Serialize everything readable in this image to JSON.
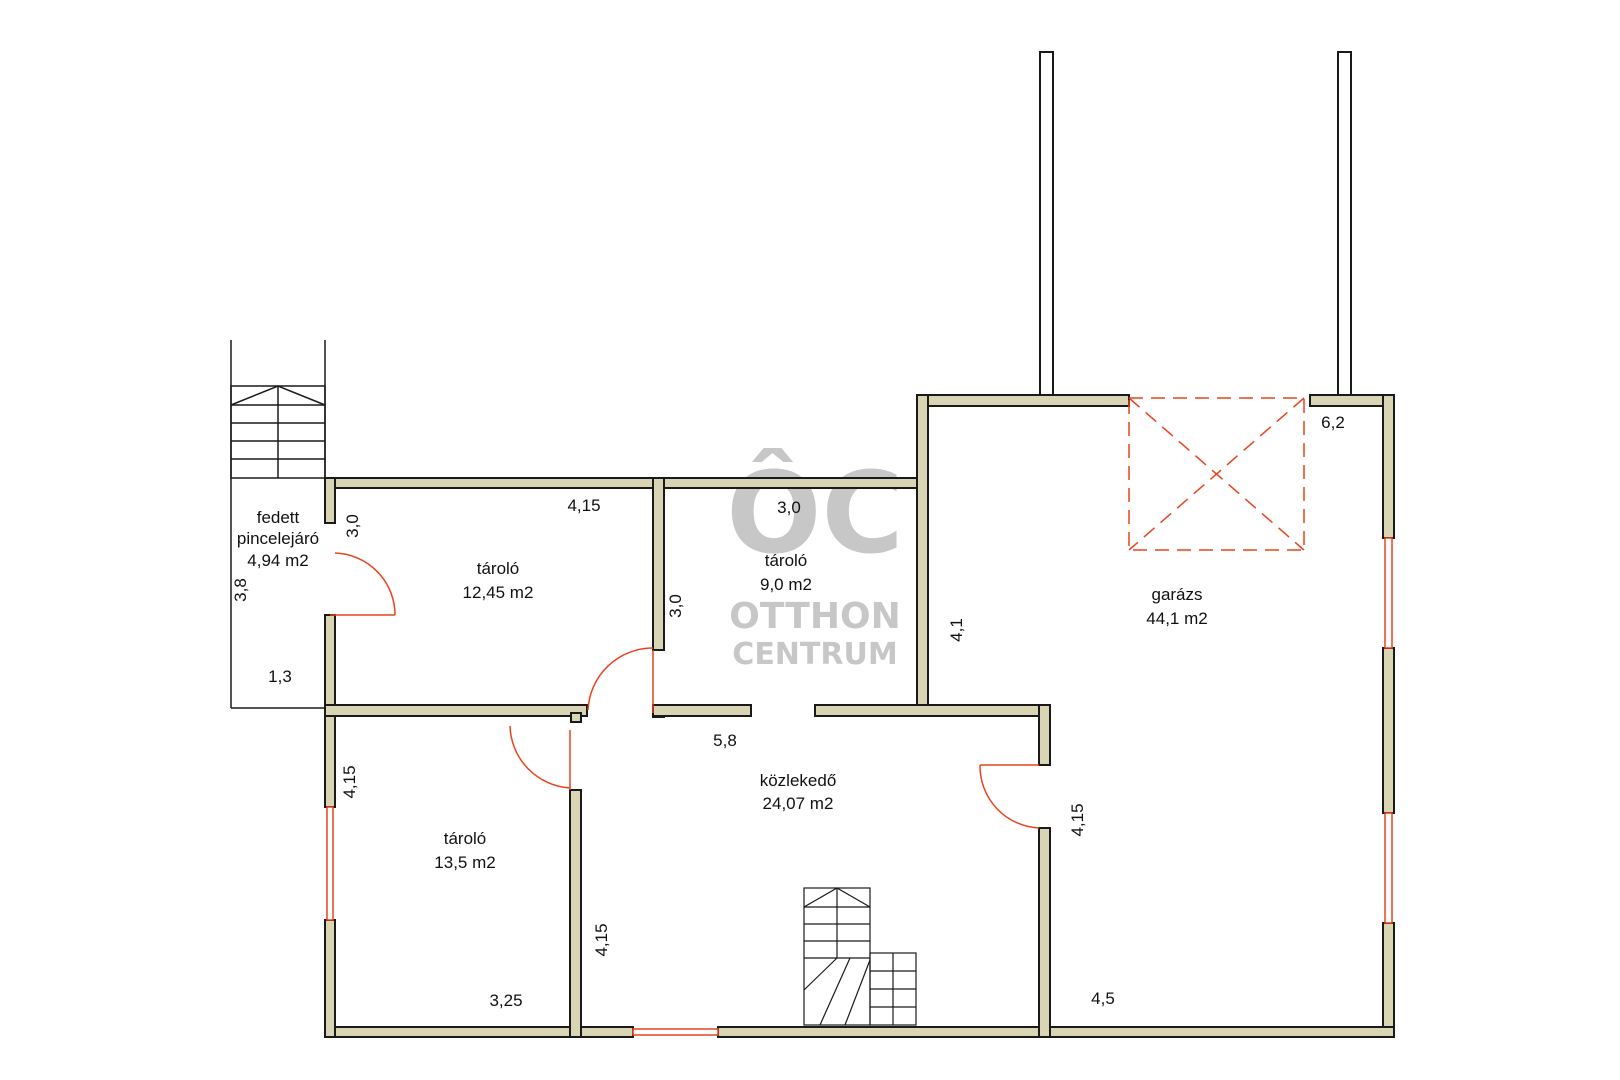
{
  "colors": {
    "wall_fill": "#d8d4b4",
    "wall_stroke": "#1a1a1a",
    "door": "#e8431c",
    "watermark": "#9a9a9a"
  },
  "rooms": [
    {
      "id": "fedett-pincelejaro",
      "name_lines": [
        "fedett",
        "pincelejáró"
      ],
      "area": "4,94 m2"
    },
    {
      "id": "tarolo-1",
      "name_lines": [
        "tároló"
      ],
      "area": "12,45 m2"
    },
    {
      "id": "tarolo-2",
      "name_lines": [
        "tároló"
      ],
      "area": "9,0 m2"
    },
    {
      "id": "garazs",
      "name_lines": [
        "garázs"
      ],
      "area": "44,1 m2"
    },
    {
      "id": "tarolo-3",
      "name_lines": [
        "tároló"
      ],
      "area": "13,5 m2"
    },
    {
      "id": "kozlekedo",
      "name_lines": [
        "közlekedő"
      ],
      "area": "24,07 m2"
    }
  ],
  "dimensions": {
    "d_tarolo1_width": "4,15",
    "d_tarolo2_width": "3,0",
    "d_garage_width": "6,2",
    "d_tarolo1_height": "3,0",
    "d_pince_height": "3,8",
    "d_pince_width": "1,3",
    "d_tarolo2_height": "3,0",
    "d_garage_height": "4,1",
    "d_corridor_width": "5,8",
    "d_tarolo3_height": "4,15",
    "d_corridor_height": "4,15",
    "d_garage_lower_height": "4,15",
    "d_tarolo3_width": "3,25",
    "d_garage_lower_width": "4,5"
  },
  "watermark": {
    "logo_letters": "ÔC",
    "line1": "OTTHON",
    "line2": "CENTRUM"
  }
}
